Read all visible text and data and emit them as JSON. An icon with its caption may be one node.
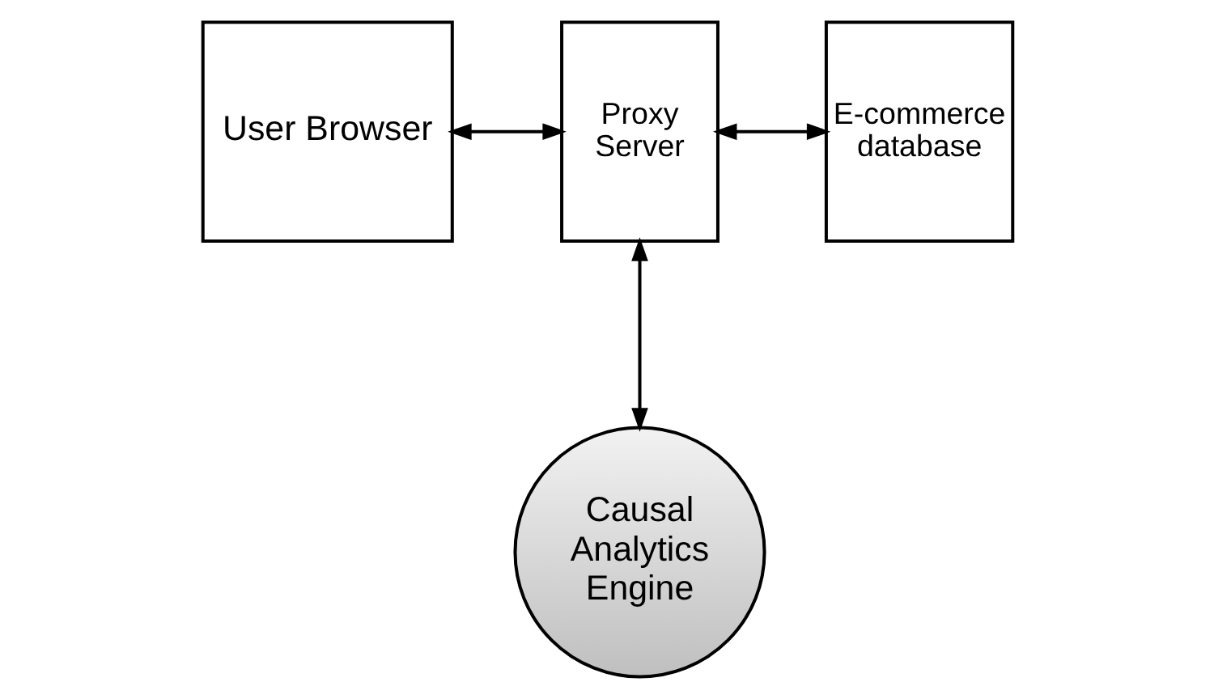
{
  "diagram": {
    "nodes": [
      {
        "text": [
          "User Browser"
        ]
      },
      {
        "text": [
          "Proxy Server"
        ]
      },
      {
        "text": [
          "E-commerce database"
        ]
      },
      {
        "text": [
          "Causal Analytics Engine"
        ]
      }
    ],
    "edges": [
      {
        "from": 0,
        "to": 1,
        "arrow": "both"
      },
      {
        "from": 1,
        "to": 2,
        "arrow": "both"
      },
      {
        "from": 1,
        "to": 3,
        "arrow": "both"
      }
    ]
  }
}
